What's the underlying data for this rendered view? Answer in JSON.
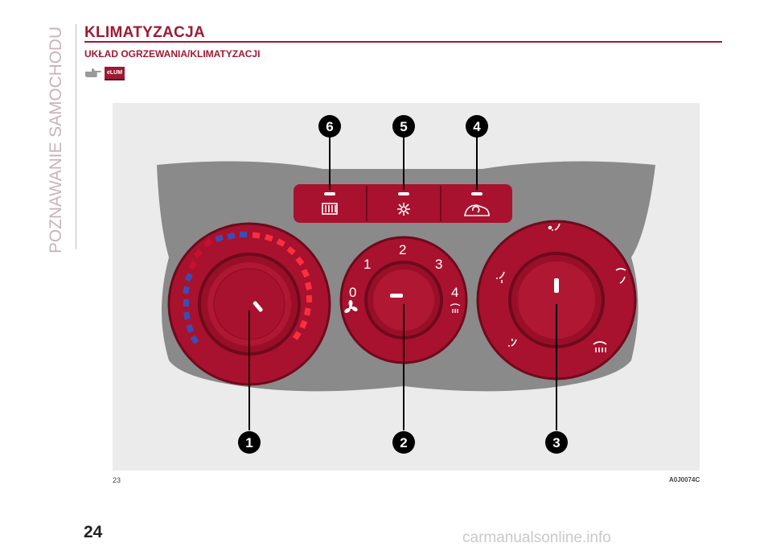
{
  "section_vertical": "POZNAWANIE SAMOCHODU",
  "title": "KLIMATYZACJA",
  "subtitle": "UKŁAD OGRZEWANIA/KLIMATYZACJI",
  "badge": "eLUM",
  "figure": {
    "fan_labels": [
      "0",
      "1",
      "2",
      "3",
      "4"
    ],
    "callouts": [
      "1",
      "2",
      "3",
      "4",
      "5",
      "6"
    ],
    "number": "23",
    "code": "A0J0074C"
  },
  "page_number": "24",
  "watermark": "carmanualsonline.info",
  "colors": {
    "brand": "#9e1a33",
    "knob": "#a8122e",
    "panel": "#8a8a8a",
    "background": "#ebebeb"
  }
}
